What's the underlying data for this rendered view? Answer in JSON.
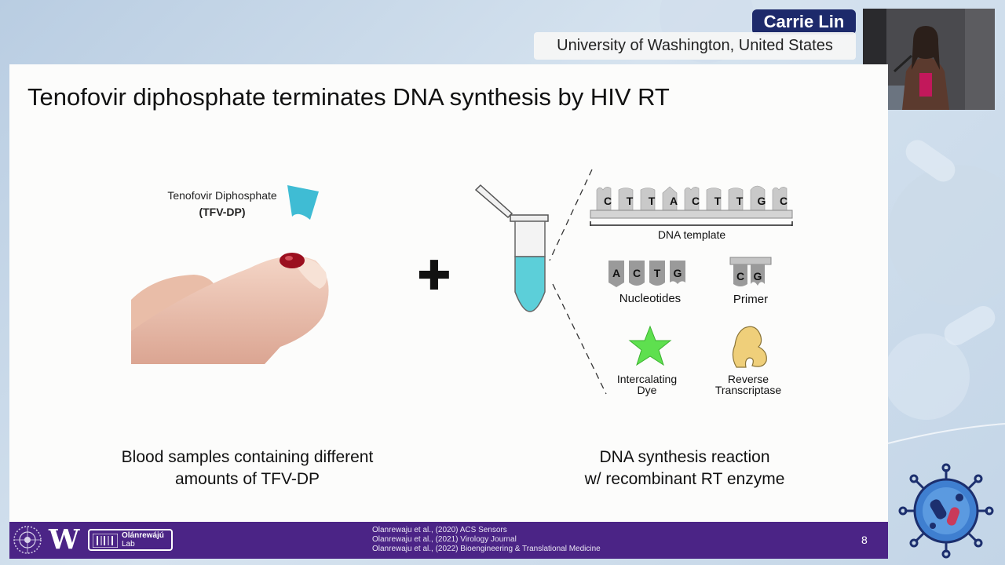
{
  "speaker": {
    "name": "Carrie Lin",
    "affiliation": "University of Washington, United States"
  },
  "slide": {
    "title": "Tenofovir diphosphate terminates DNA synthesis by HIV RT",
    "tfv_label": "Tenofovir Diphosphate",
    "tfv_abbr": "(TFV-DP)",
    "plus": "✚",
    "caption_left": [
      "Blood samples containing different",
      "amounts of TFV-DP"
    ],
    "caption_right": [
      "DNA synthesis reaction",
      "w/ recombinant RT enzyme"
    ],
    "dna_template": {
      "bases": [
        "C",
        "T",
        "T",
        "A",
        "C",
        "T",
        "T",
        "G",
        "C"
      ],
      "label": "DNA template"
    },
    "nucleotides": {
      "bases": [
        "A",
        "C",
        "T",
        "G"
      ],
      "label": "Nucleotides"
    },
    "primer": {
      "bases": [
        "C",
        "G"
      ],
      "label": "Primer"
    },
    "dye": {
      "label_line1": "Intercalating",
      "label_line2": "Dye"
    },
    "rt": {
      "label_line1": "Reverse",
      "label_line2": "Transcriptase"
    }
  },
  "footer": {
    "logo_letter": "W",
    "lab_name": "Olánrewájú",
    "lab_sub": "Lab",
    "citations": [
      "Olanrewaju et al., (2020) ACS Sensors",
      "Olanrewaju et al., (2021) Virology Journal",
      "Olanrewaju et al., (2022) Bioengineering & Translational Medicine"
    ],
    "page_number": "8"
  },
  "colors": {
    "footer_bg": "#4b2486",
    "name_badge_bg": "#1d2a6b",
    "tube_liquid": "#5ccfd9",
    "tfv_shape": "#3fbcd4",
    "dye_star": "#5ee04f",
    "rt_shape": "#efcf7a",
    "blood": "#9b0f1f"
  },
  "icons": {
    "background": "virus-pattern-background",
    "tfv": "tfv-dp-wedge-icon",
    "tube": "test-tube-icon",
    "dye": "star-dye-icon",
    "rt": "reverse-transcriptase-icon",
    "lab_logo": "lab-logo-icon",
    "circle_logo": "network-circle-logo-icon",
    "virus_logo": "virus-logo-icon"
  }
}
